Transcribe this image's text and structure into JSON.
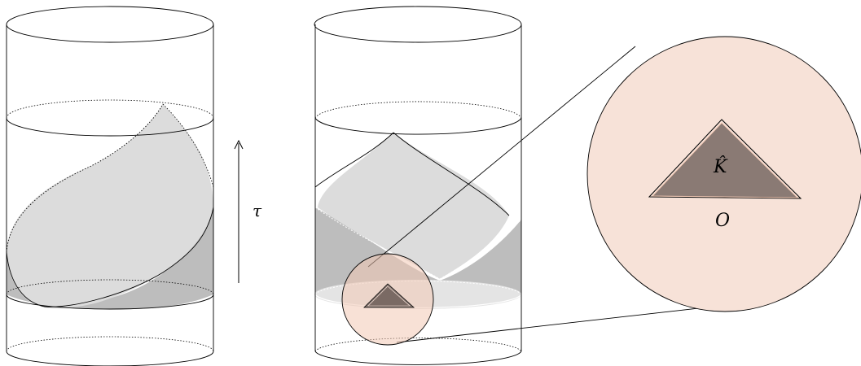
{
  "labels": {
    "time": "τ",
    "region": "K̂",
    "point": "O"
  },
  "colors": {
    "light_gray": "#dcdcdc",
    "mid_gray": "#bdbdbd",
    "dark_region": "#8a7a74",
    "peach": "#f7e2d8",
    "peach_overlay": "#f2c9b5",
    "stroke": "#000000",
    "background": "#ffffff"
  }
}
